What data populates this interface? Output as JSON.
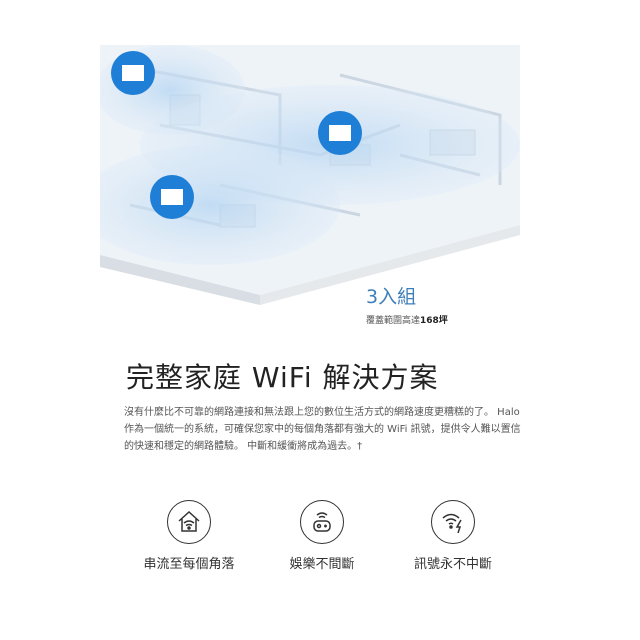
{
  "badge": {
    "title": "3入組",
    "subtitle_prefix": "覆蓋範圍高達",
    "subtitle_value": "168坪"
  },
  "heading": "完整家庭 WiFi 解決方案",
  "description": "沒有什麼比不可靠的網路連接和無法跟上您的數位生活方式的網路速度更糟糕的了。 Halo 作為一個統一的系統，可確保您家中的每個角落都有強大的 WiFi 訊號，提供令人難以置信的快速和穩定的網路體驗。 中斷和緩衝將成為過去。†",
  "features": [
    {
      "icon": "home-wifi-icon",
      "label": "串流至每個角落"
    },
    {
      "icon": "gamepad-wifi-icon",
      "label": "娛樂不間斷"
    },
    {
      "icon": "wifi-bolt-icon",
      "label": "訊號永不中斷"
    }
  ],
  "colors": {
    "accent": "#3d7fb8",
    "node": "#1f7fd6"
  }
}
